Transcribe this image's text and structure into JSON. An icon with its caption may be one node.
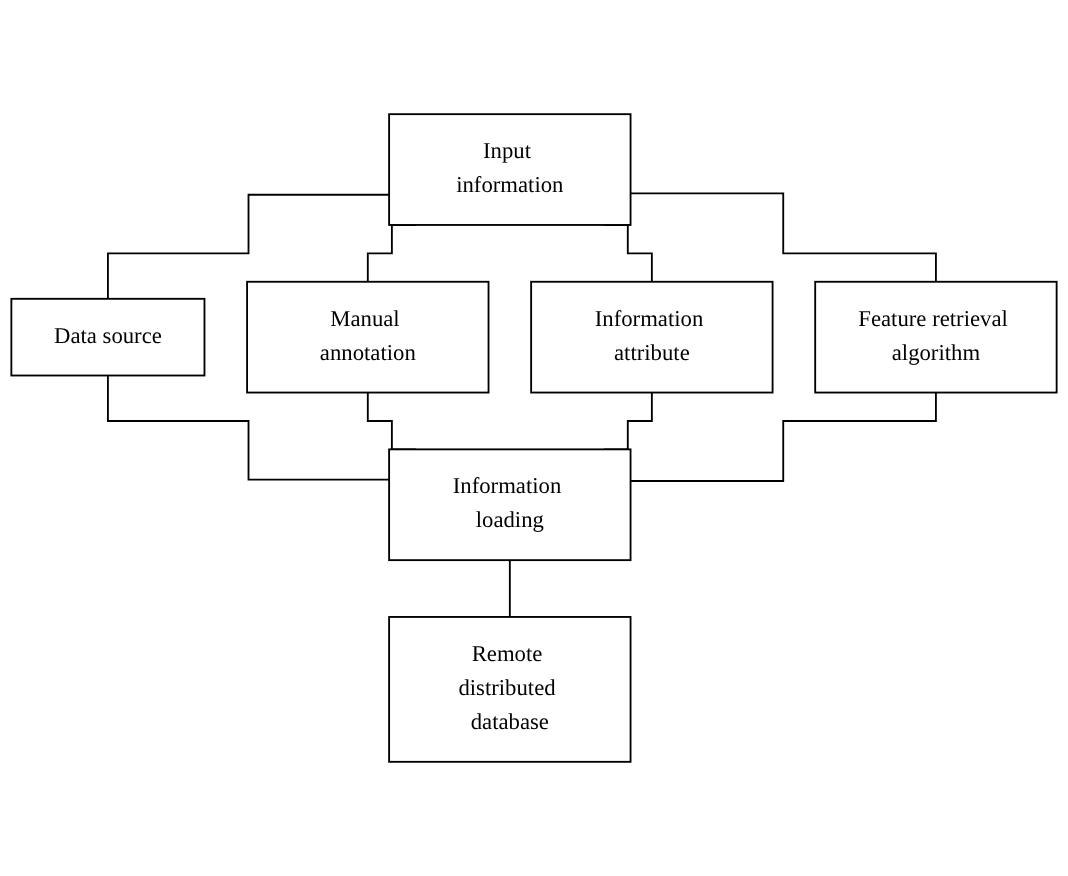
{
  "diagram": {
    "nodes": [
      {
        "text": [
          "Input information"
        ]
      },
      {
        "text": [
          "Data source"
        ]
      },
      {
        "text": [
          "Manual annotation"
        ]
      },
      {
        "text": [
          "Information attribute"
        ]
      },
      {
        "text": [
          "Feature retrieval algorithm"
        ]
      },
      {
        "text": [
          "Information loading"
        ]
      },
      {
        "text": [
          "Remote distributed database"
        ]
      }
    ],
    "edges": [
      {
        "from": 0,
        "to": 1,
        "arrow": "none"
      },
      {
        "from": 0,
        "to": 2,
        "arrow": "none"
      },
      {
        "from": 0,
        "to": 3,
        "arrow": "none"
      },
      {
        "from": 0,
        "to": 4,
        "arrow": "none"
      },
      {
        "from": 1,
        "to": 5,
        "arrow": "none"
      },
      {
        "from": 2,
        "to": 5,
        "arrow": "none"
      },
      {
        "from": 3,
        "to": 5,
        "arrow": "none"
      },
      {
        "from": 4,
        "to": 5,
        "arrow": "none"
      },
      {
        "from": 5,
        "to": 6,
        "arrow": "none"
      }
    ]
  }
}
